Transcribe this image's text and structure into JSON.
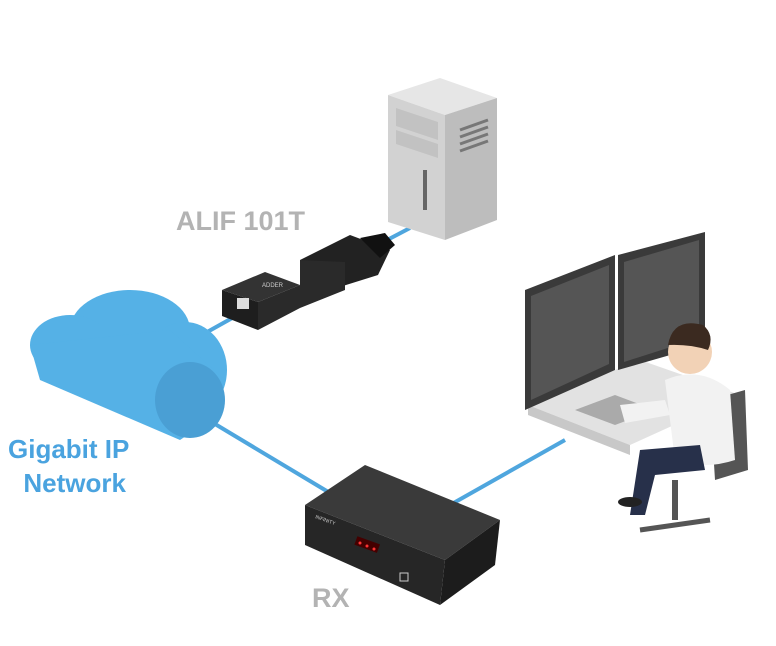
{
  "labels": {
    "transmitter": "ALIF 101T",
    "network_line1": "Gigabit IP",
    "network_line2": "Network",
    "receiver": "RX"
  },
  "logos": {
    "transmitter_brand": "ADDER",
    "receiver_brand": "INFINITY"
  },
  "colors": {
    "link": "#4fa6de",
    "cloud": "#55b1e6",
    "label_grey": "#b3b3b3",
    "label_blue": "#4aa3df"
  }
}
